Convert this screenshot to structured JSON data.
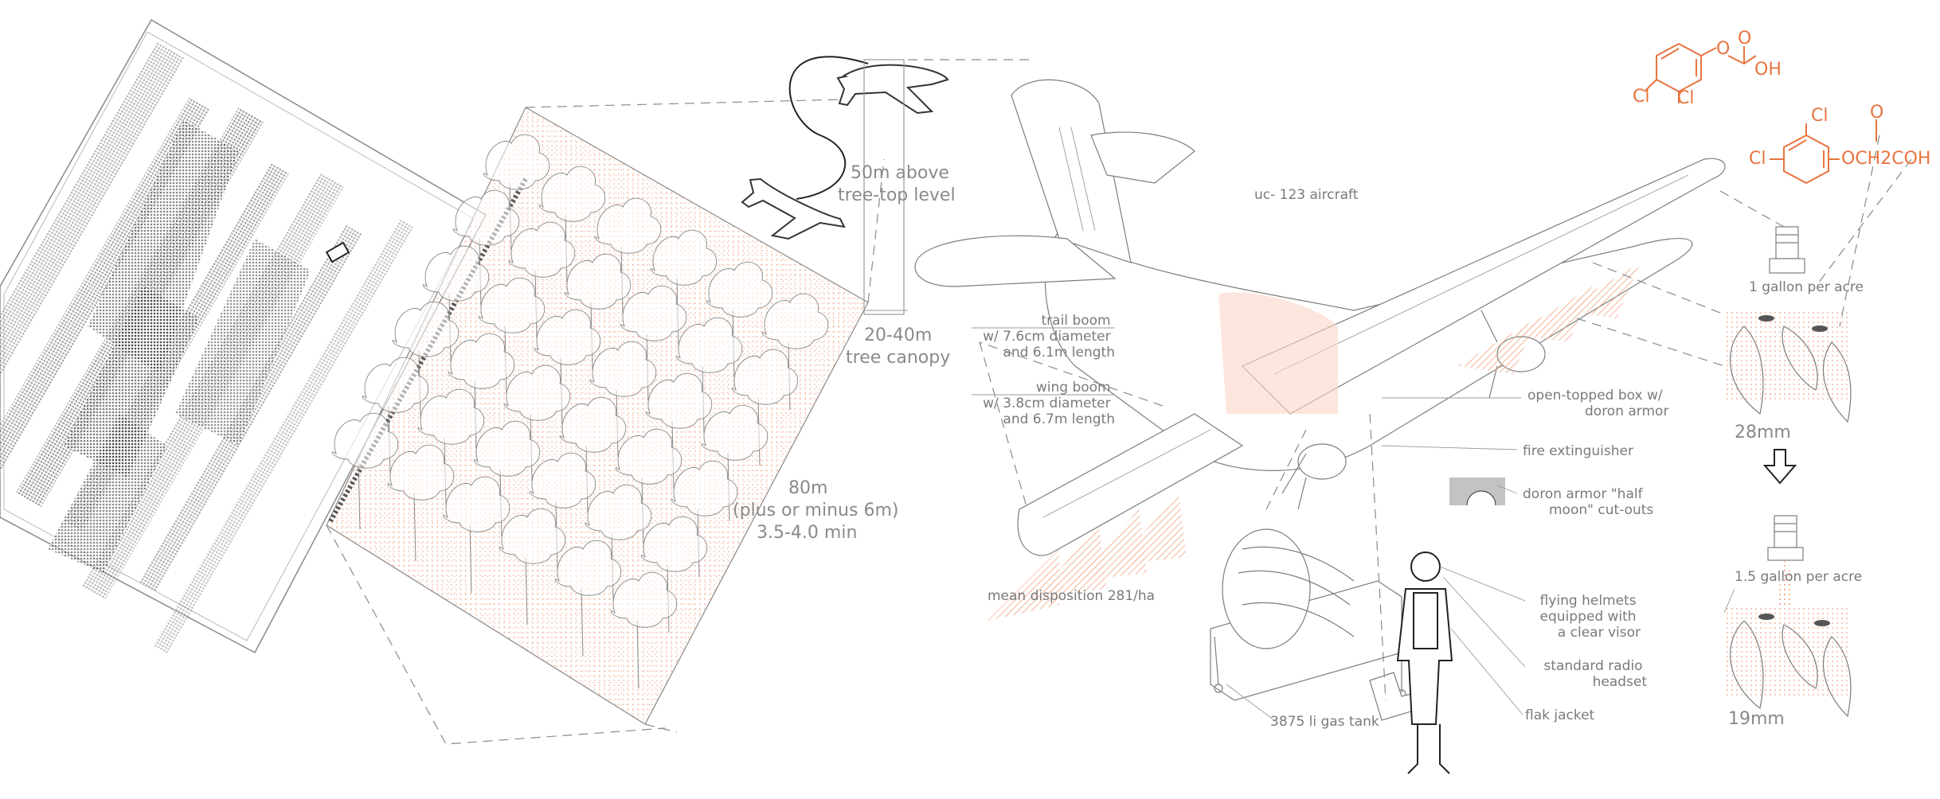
{
  "flight": {
    "altitude_label": [
      "50m above",
      "tree-top level"
    ],
    "canopy_label": [
      "20-40m",
      "tree canopy"
    ],
    "swath_label": [
      "80m",
      "(plus or minus 6m)",
      "3.5-4.0 min"
    ]
  },
  "aircraft": {
    "title": "uc- 123 aircraft",
    "trail_boom": [
      "trail boom",
      "w/ 7.6cm diameter",
      "and 6.1m length"
    ],
    "wing_boom": [
      "wing boom",
      "w/ 3.8cm diameter",
      "and 6.7m length"
    ],
    "deposition": "mean disposition 281/ha",
    "box": [
      "open-topped box w/",
      "doron armor"
    ],
    "extinguisher": "fire extinguisher",
    "armor_cutouts": [
      "doron armor \"half",
      "moon\" cut-outs"
    ],
    "gas_tank": "3875 li gas tank"
  },
  "pilot": {
    "helmet": [
      "flying helmets",
      "equipped with",
      "a clear visor"
    ],
    "headset": [
      "standard radio",
      "headset"
    ],
    "jacket": "flak jacket"
  },
  "dosage": {
    "rate1": "1 gallon per acre",
    "drop1": "28mm",
    "rate2": "1.5 gallon per acre",
    "drop2": "19mm"
  },
  "chemicals": {
    "a_atoms": [
      "Cl",
      "Cl",
      "O",
      "O",
      "OH"
    ],
    "b_atoms": [
      "Cl",
      "Cl",
      "O",
      "OCH2COH"
    ]
  },
  "colors": {
    "accent": "#e8743f",
    "line": "#7d7d7d",
    "hatch": "#f3b9a0"
  }
}
